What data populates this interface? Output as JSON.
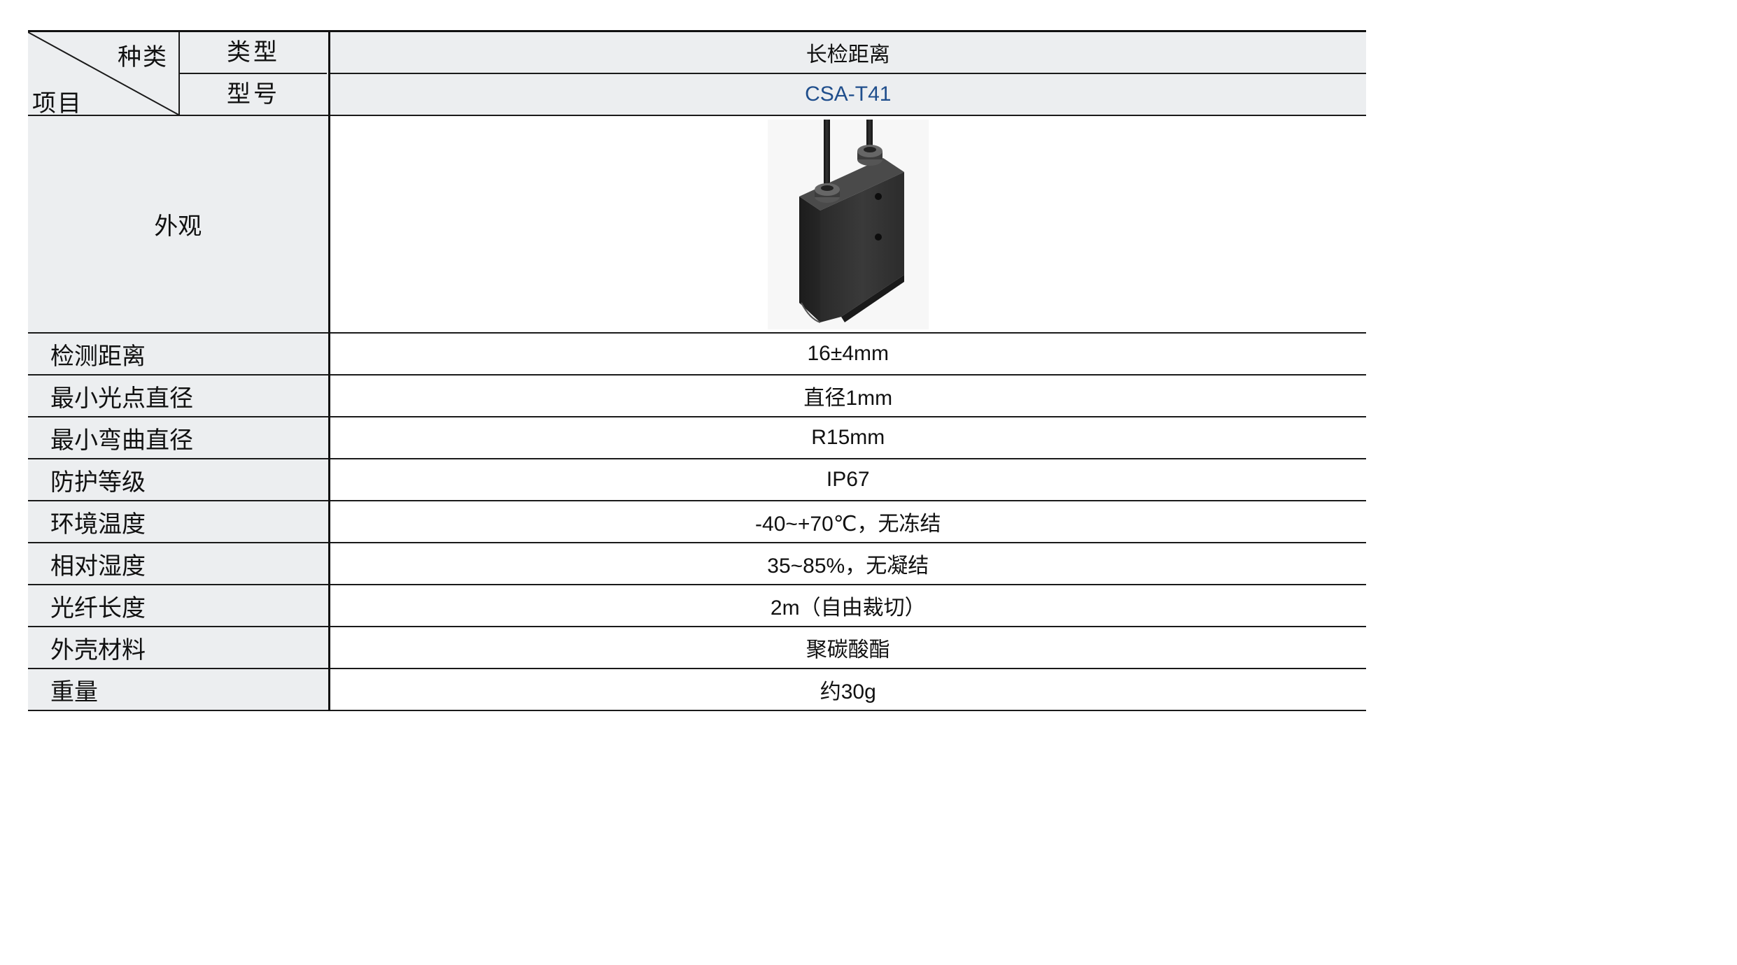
{
  "header": {
    "corner_kind": "种类",
    "corner_item": "项目",
    "type_label": "类型",
    "model_label": "型号",
    "type_value": "长检距离",
    "model_value": "CSA-T41"
  },
  "appearance": {
    "label": "外观",
    "image_icon": "fiber-sensor-head-image"
  },
  "rows": [
    {
      "label": "检测距离",
      "value": "16±4mm"
    },
    {
      "label": "最小光点直径",
      "value": "直径1mm"
    },
    {
      "label": "最小弯曲直径",
      "value": "R15mm"
    },
    {
      "label": "防护等级",
      "value": "IP67"
    },
    {
      "label": "环境温度",
      "value": "-40~+70℃，无冻结"
    },
    {
      "label": "相对湿度",
      "value": "35~85%，无凝结"
    },
    {
      "label": "光纤长度",
      "value": "2m（自由裁切）"
    },
    {
      "label": "外壳材料",
      "value": "聚碳酸酯"
    },
    {
      "label": "重量",
      "value": "约30g"
    }
  ],
  "colors": {
    "header_bg": "#eceef0",
    "model_text": "#1f4e8c",
    "border": "#111111"
  }
}
